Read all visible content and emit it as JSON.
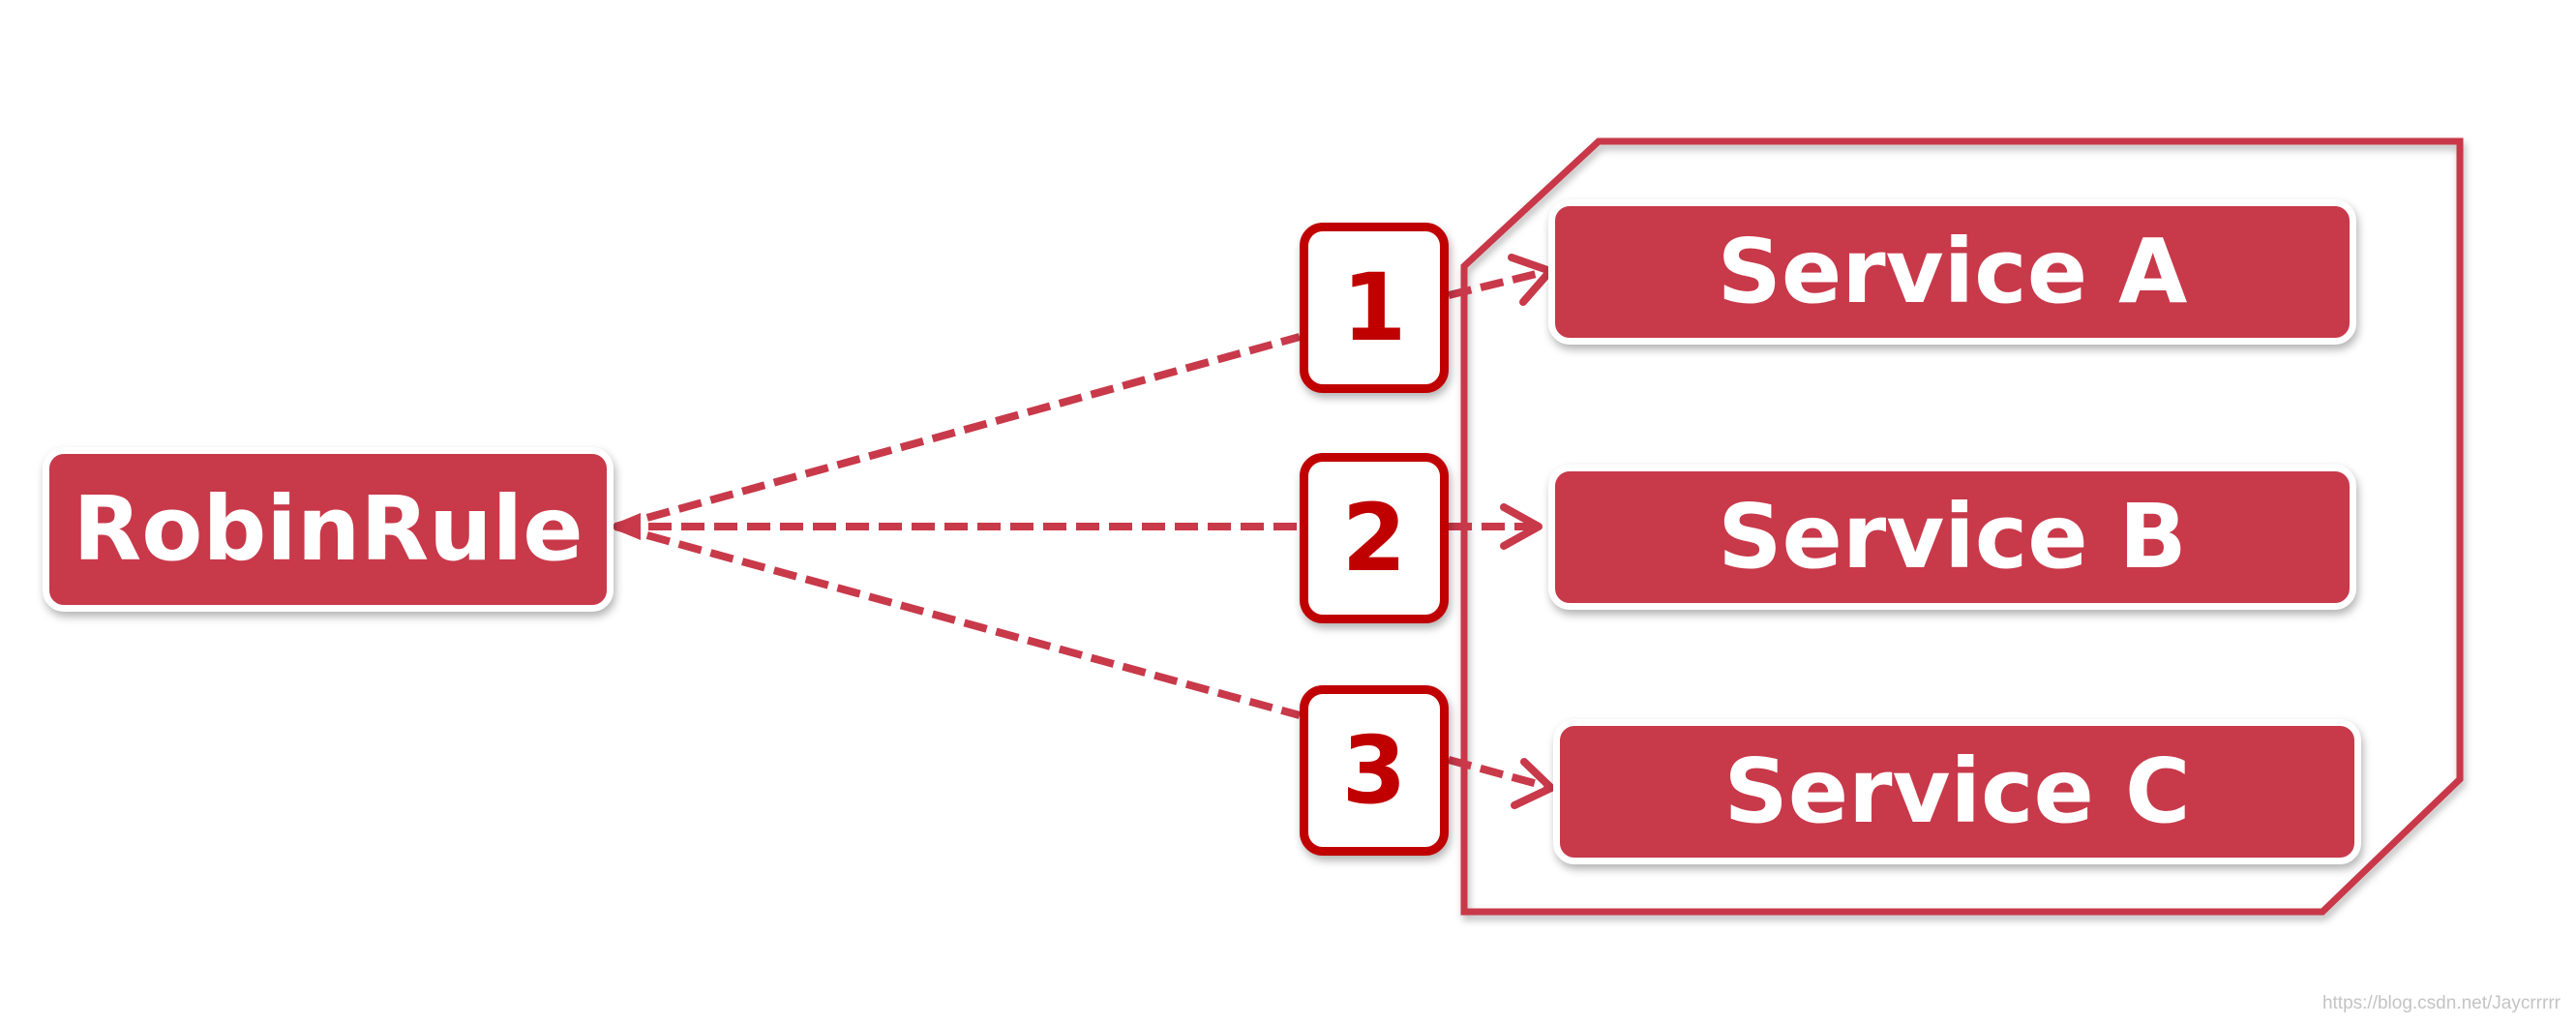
{
  "source": {
    "label": "RobinRule"
  },
  "services": [
    {
      "label": "Service A"
    },
    {
      "label": "Service B"
    },
    {
      "label": "Service C"
    }
  ],
  "steps": [
    "1",
    "2",
    "3"
  ],
  "watermark": "https://blog.csdn.net/Jaycrrrrr",
  "colors": {
    "box_fill": "#c8394a",
    "badge_border": "#c00000",
    "arrow": "#c8394a",
    "frame": "#c8394a"
  }
}
